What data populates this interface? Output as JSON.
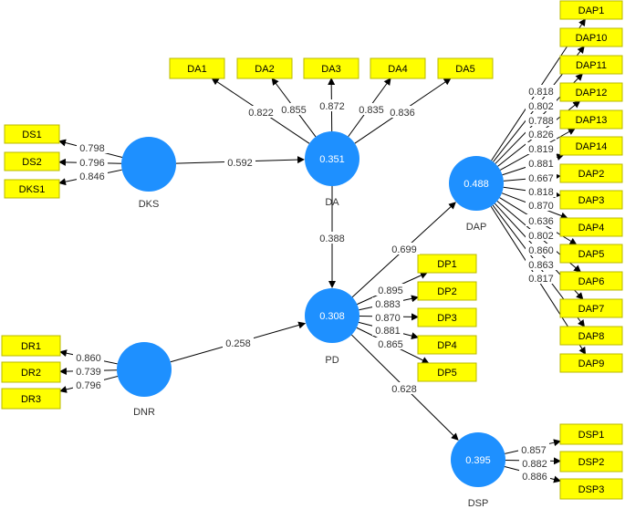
{
  "colors": {
    "indicator_fill": "#ffff00",
    "indicator_stroke": "#b8b800",
    "construct_fill": "#1e90ff",
    "edge": "#000000",
    "background": "#ffffff"
  },
  "constructs": [
    {
      "id": "DKS",
      "name": "DKS",
      "r2": ""
    },
    {
      "id": "DA",
      "name": "DA",
      "r2": "0.351"
    },
    {
      "id": "DNR",
      "name": "DNR",
      "r2": ""
    },
    {
      "id": "PD",
      "name": "PD",
      "r2": "0.308"
    },
    {
      "id": "DAP",
      "name": "DAP",
      "r2": "0.488"
    },
    {
      "id": "DSP",
      "name": "DSP",
      "r2": "0.395"
    }
  ],
  "paths": [
    {
      "from": "DKS",
      "to": "DA",
      "coef": "0.592"
    },
    {
      "from": "DA",
      "to": "PD",
      "coef": "0.388"
    },
    {
      "from": "DNR",
      "to": "PD",
      "coef": "0.258"
    },
    {
      "from": "PD",
      "to": "DAP",
      "coef": "0.699"
    },
    {
      "from": "PD",
      "to": "DSP",
      "coef": "0.628"
    }
  ],
  "indicators": [
    {
      "name": "DS1",
      "construct": "DKS",
      "loading": "0.798"
    },
    {
      "name": "DS2",
      "construct": "DKS",
      "loading": "0.796"
    },
    {
      "name": "DKS1",
      "construct": "DKS",
      "loading": "0.846"
    },
    {
      "name": "DA1",
      "construct": "DA",
      "loading": "0.822"
    },
    {
      "name": "DA2",
      "construct": "DA",
      "loading": "0.855"
    },
    {
      "name": "DA3",
      "construct": "DA",
      "loading": "0.872"
    },
    {
      "name": "DA4",
      "construct": "DA",
      "loading": "0.835"
    },
    {
      "name": "DA5",
      "construct": "DA",
      "loading": "0.836"
    },
    {
      "name": "DR1",
      "construct": "DNR",
      "loading": "0.860"
    },
    {
      "name": "DR2",
      "construct": "DNR",
      "loading": "0.739"
    },
    {
      "name": "DR3",
      "construct": "DNR",
      "loading": "0.796"
    },
    {
      "name": "DP1",
      "construct": "PD",
      "loading": "0.895"
    },
    {
      "name": "DP2",
      "construct": "PD",
      "loading": "0.883"
    },
    {
      "name": "DP3",
      "construct": "PD",
      "loading": "0.870"
    },
    {
      "name": "DP4",
      "construct": "PD",
      "loading": "0.881"
    },
    {
      "name": "DP5",
      "construct": "PD",
      "loading": "0.865"
    },
    {
      "name": "DAP1",
      "construct": "DAP",
      "loading": "0.818"
    },
    {
      "name": "DAP10",
      "construct": "DAP",
      "loading": "0.802"
    },
    {
      "name": "DAP11",
      "construct": "DAP",
      "loading": "0.788"
    },
    {
      "name": "DAP12",
      "construct": "DAP",
      "loading": "0.826"
    },
    {
      "name": "DAP13",
      "construct": "DAP",
      "loading": "0.819"
    },
    {
      "name": "DAP14",
      "construct": "DAP",
      "loading": "0.881"
    },
    {
      "name": "DAP2",
      "construct": "DAP",
      "loading": "0.667"
    },
    {
      "name": "DAP3",
      "construct": "DAP",
      "loading": "0.818"
    },
    {
      "name": "DAP4",
      "construct": "DAP",
      "loading": "0.870"
    },
    {
      "name": "DAP5",
      "construct": "DAP",
      "loading": "0.636"
    },
    {
      "name": "DAP6",
      "construct": "DAP",
      "loading": "0.802"
    },
    {
      "name": "DAP7",
      "construct": "DAP",
      "loading": "0.860"
    },
    {
      "name": "DAP8",
      "construct": "DAP",
      "loading": "0.863"
    },
    {
      "name": "DAP9",
      "construct": "DAP",
      "loading": "0.817"
    },
    {
      "name": "DSP1",
      "construct": "DSP",
      "loading": "0.857"
    },
    {
      "name": "DSP2",
      "construct": "DSP",
      "loading": "0.882"
    },
    {
      "name": "DSP3",
      "construct": "DSP",
      "loading": "0.886"
    }
  ]
}
